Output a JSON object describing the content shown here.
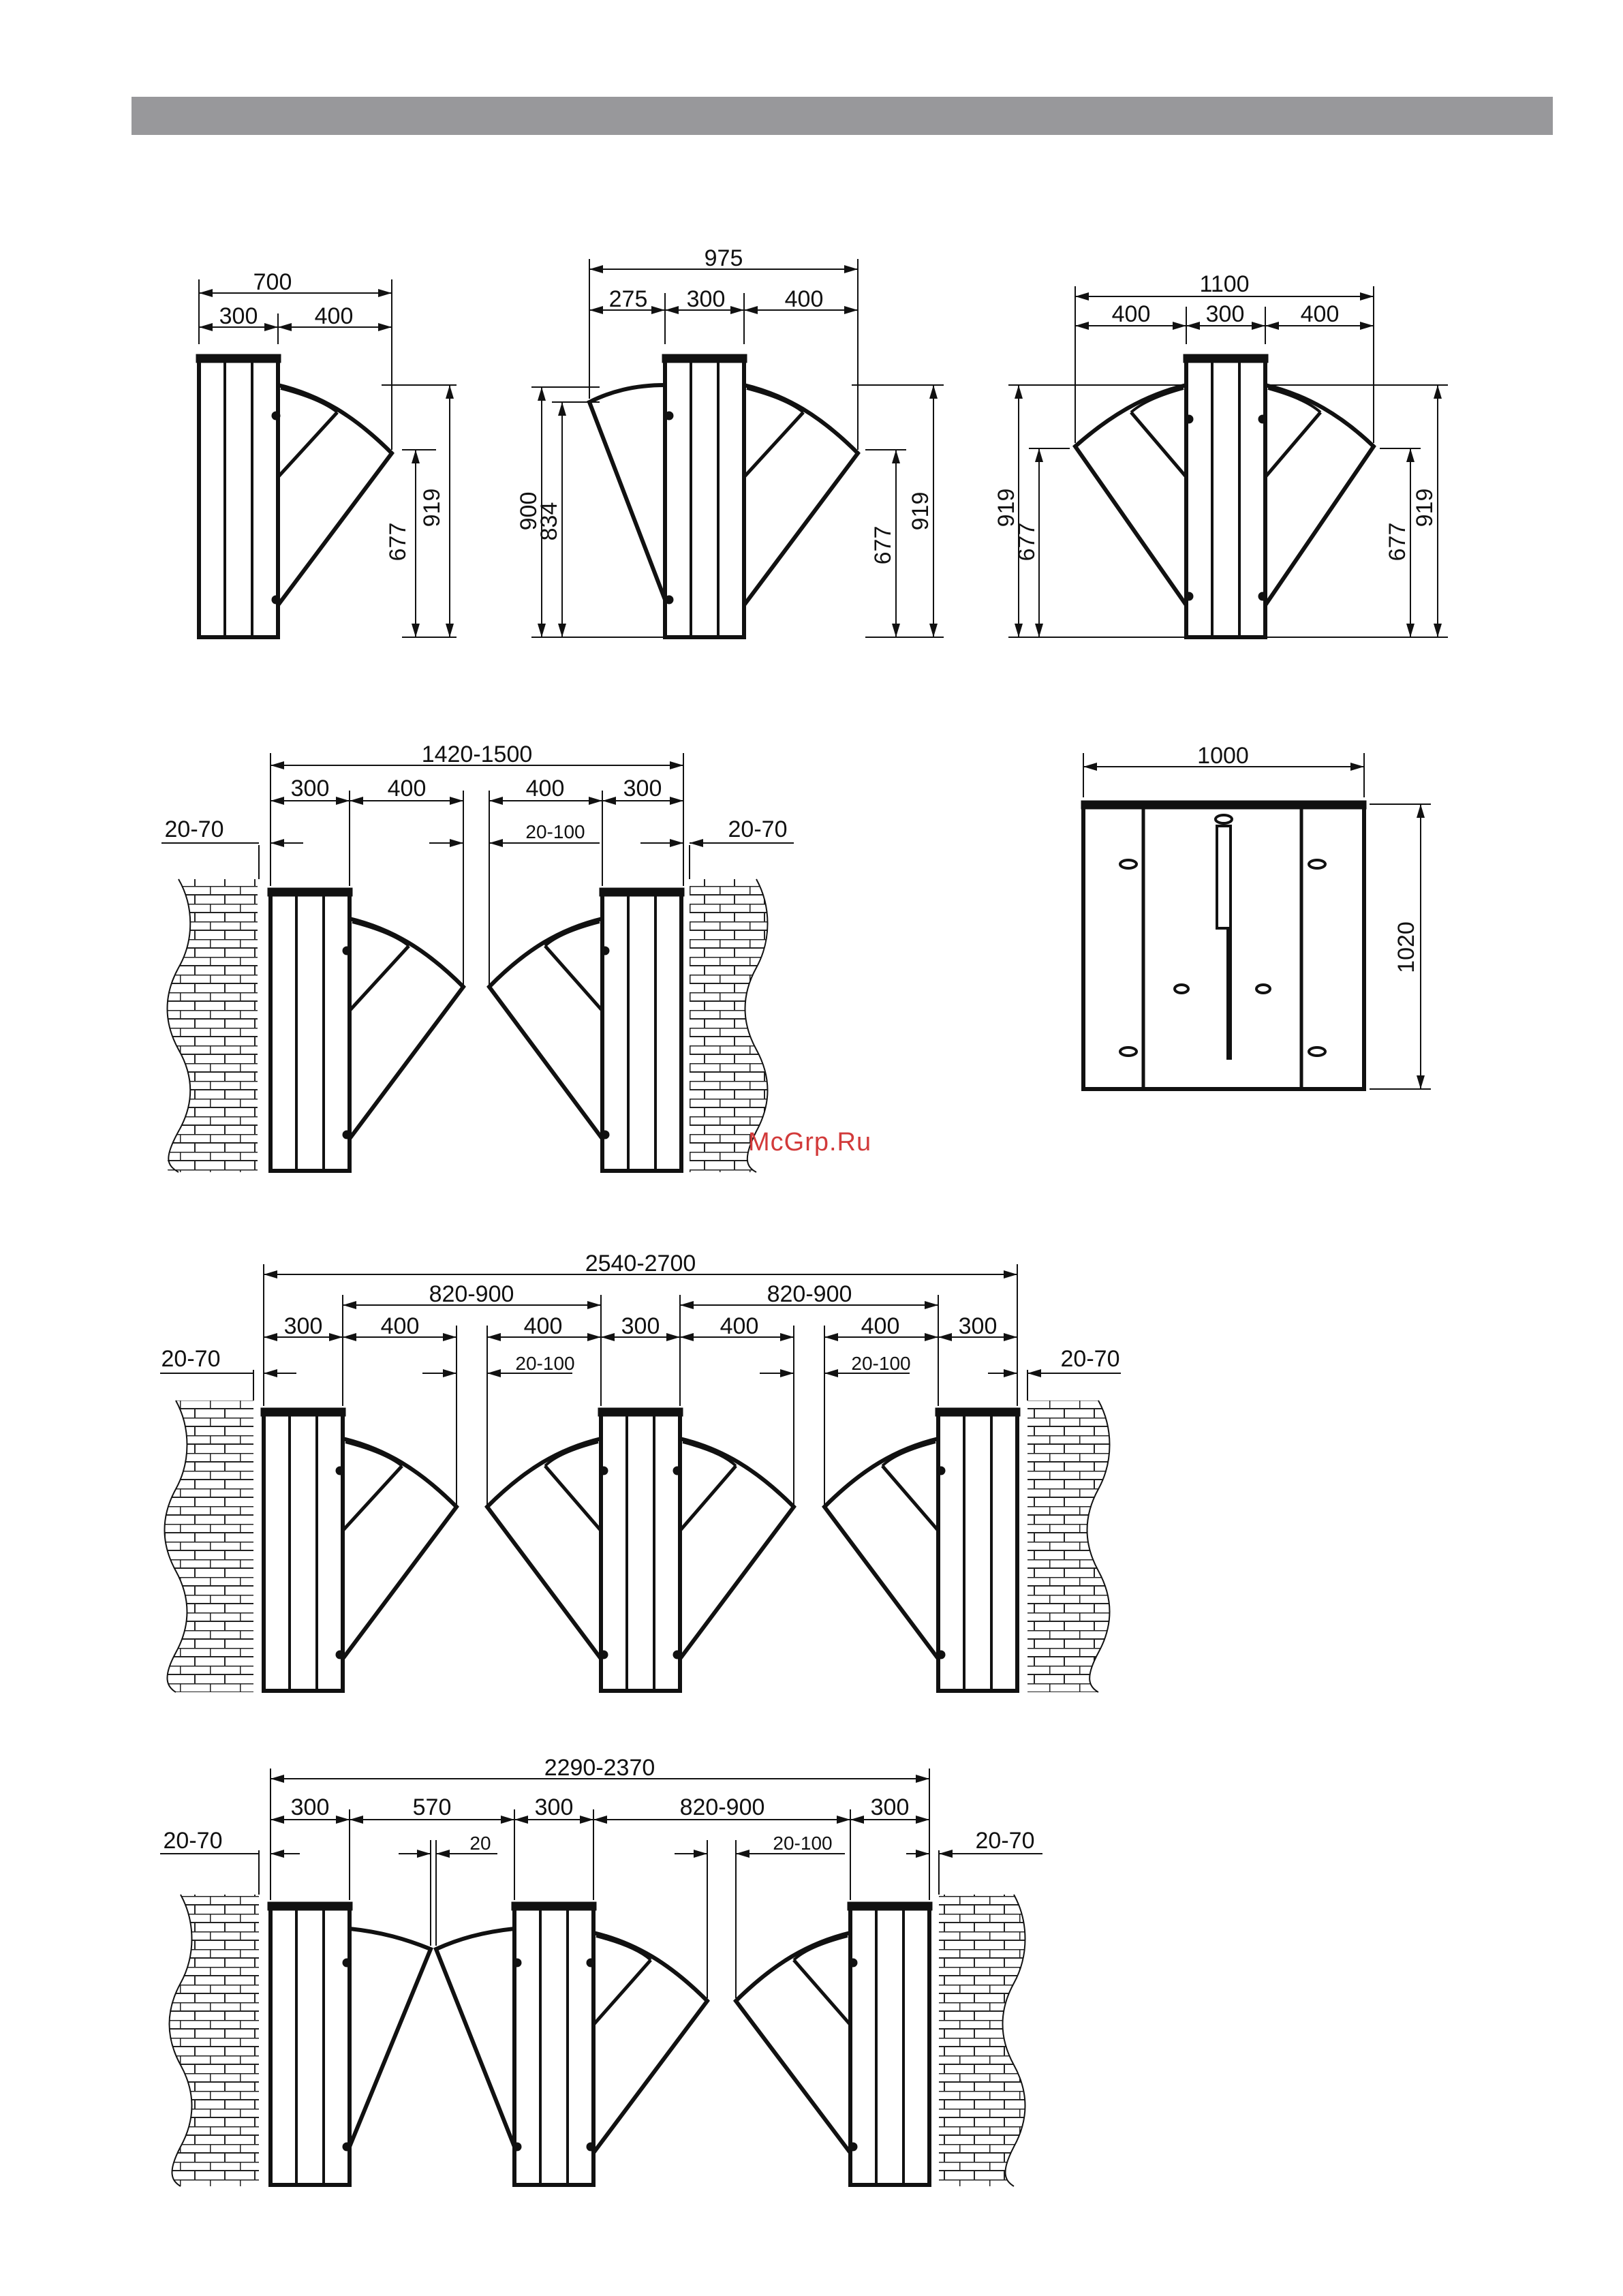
{
  "watermark": "McGrp.Ru",
  "diagrams": {
    "single_post": {
      "width": "700",
      "post": "300",
      "wing": "400",
      "height_total": "919",
      "height_wing": "677"
    },
    "post_with_two_wings": {
      "width": "975",
      "left": "275",
      "post": "300",
      "right": "400",
      "h1": "900",
      "h2": "834",
      "h3": "677",
      "h4": "919"
    },
    "center_post": {
      "width": "1100",
      "left": "400",
      "post": "300",
      "right": "400",
      "h_left1": "919",
      "h_left2": "677",
      "h_right1": "677",
      "h_right2": "919"
    },
    "one_passage": {
      "total": "1420-1500",
      "post1": "300",
      "wing1": "400",
      "wing2": "400",
      "post2": "300",
      "wall_gap_left": "20-70",
      "wing_gap": "20-100",
      "wall_gap_right": "20-70"
    },
    "front_view": {
      "width": "1000",
      "height": "1020"
    },
    "two_passages": {
      "total": "2540-2700",
      "passage1": "820-900",
      "passage2": "820-900",
      "post1": "300",
      "wing1": "400",
      "wing2": "400",
      "post2": "300",
      "wing3": "400",
      "wing4": "400",
      "post3": "300",
      "wall_gap_left": "20-70",
      "wing_gap1": "20-100",
      "wing_gap2": "20-100",
      "wall_gap_right": "20-70"
    },
    "wide_passage": {
      "total": "2290-2370",
      "post1": "300",
      "wide": "570",
      "post2": "300",
      "passage": "820-900",
      "post3": "300",
      "wall_gap_left": "20-70",
      "small_gap": "20",
      "wing_gap": "20-100",
      "wall_gap_right": "20-70"
    }
  }
}
